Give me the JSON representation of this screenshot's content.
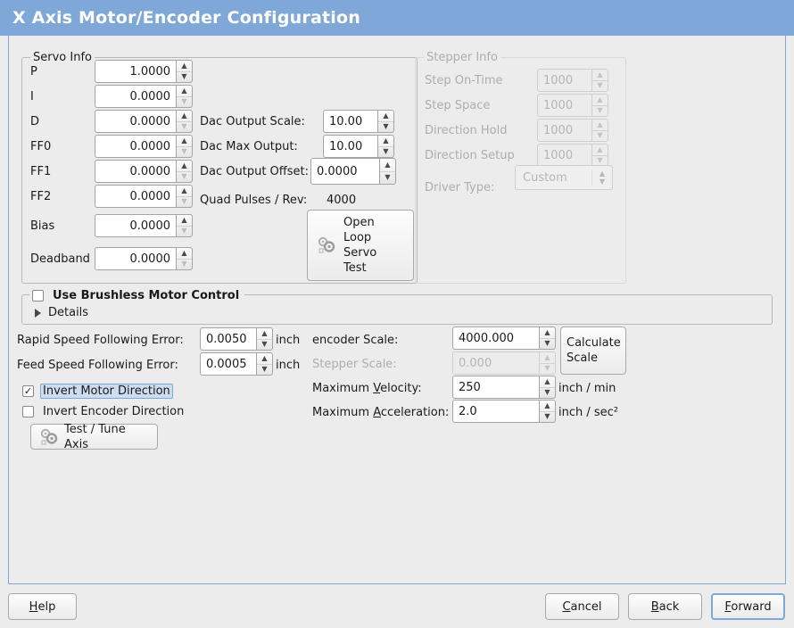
{
  "window": {
    "title": "X Axis Motor/Encoder Configuration"
  },
  "servo": {
    "legend": "Servo Info",
    "fields": [
      {
        "label": "P",
        "value": "1.0000"
      },
      {
        "label": "I",
        "value": "0.0000"
      },
      {
        "label": "D",
        "value": "0.0000"
      },
      {
        "label": "FF0",
        "value": "0.0000"
      },
      {
        "label": "FF1",
        "value": "0.0000"
      },
      {
        "label": "FF2",
        "value": "0.0000"
      },
      {
        "label": "Bias",
        "value": "0.0000"
      },
      {
        "label": "Deadband",
        "value": "0.0000"
      }
    ],
    "dac": [
      {
        "label": "Dac Output Scale:",
        "value": "10.00"
      },
      {
        "label": "Dac Max Output:",
        "value": "10.00"
      },
      {
        "label": "Dac Output Offset:",
        "value": "0.0000"
      }
    ],
    "quad_label": "Quad Pulses / Rev:",
    "quad_value": "4000",
    "open_loop_button": {
      "line1": "Open",
      "line2": "Loop",
      "line3": "Servo",
      "line4": "Test"
    }
  },
  "stepper": {
    "legend": "Stepper Info",
    "fields": [
      {
        "label": "Step On-Time",
        "value": "1000"
      },
      {
        "label": "Step Space",
        "value": "1000"
      },
      {
        "label": "Direction Hold",
        "value": "1000"
      },
      {
        "label": "Direction Setup",
        "value": "1000"
      }
    ],
    "driver_label": "Driver Type:",
    "driver_value": "Custom"
  },
  "brushless": {
    "legend": "Use Brushless Motor Control",
    "checked": false,
    "details_label": "Details"
  },
  "tuning": {
    "rapid_label": "Rapid Speed Following Error:",
    "rapid_value": "0.0050",
    "rapid_unit": "inch",
    "feed_label": "Feed Speed Following Error:",
    "feed_value": "0.0005",
    "feed_unit": "inch",
    "invert_motor_label": "Invert Motor Direction",
    "invert_motor_checked": true,
    "invert_encoder_label": "Invert Encoder Direction",
    "invert_encoder_checked": false,
    "test_tune_label": "Test / Tune Axis"
  },
  "scales": {
    "encoder_label": "encoder Scale:",
    "encoder_value": "4000.000",
    "stepper_label": "Stepper Scale:",
    "stepper_value": "0.000",
    "calculate_button": {
      "line1": "Calculate",
      "line2": "Scale"
    },
    "max_velocity_label_pre": "Maximum ",
    "max_velocity_label_key": "V",
    "max_velocity_label_post": "elocity:",
    "max_velocity_value": "250",
    "max_velocity_unit": "inch / min",
    "max_accel_label_pre": "Maximum ",
    "max_accel_label_key": "A",
    "max_accel_label_post": "cceleration:",
    "max_accel_value": "2.0",
    "max_accel_unit": "inch / sec²"
  },
  "footer": {
    "help_pre": "",
    "help_key": "H",
    "help_post": "elp",
    "cancel_pre": "",
    "cancel_key": "C",
    "cancel_post": "ancel",
    "back_pre": "",
    "back_key": "B",
    "back_post": "ack",
    "forward_pre": "",
    "forward_key": "F",
    "forward_post": "orward"
  },
  "colors": {
    "titlebar": "#7fa8d8",
    "background": "#ececec",
    "accent": "#7fa8d8",
    "focus_fill": "#cddcef"
  }
}
